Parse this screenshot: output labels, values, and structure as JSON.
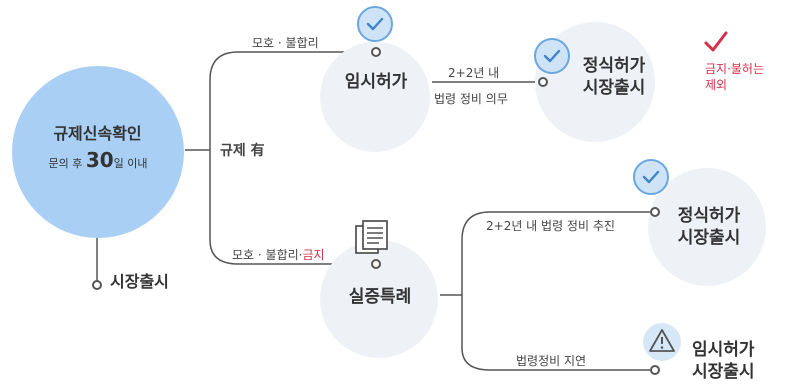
{
  "start": {
    "title": "규제신속확인",
    "sub_prefix": "문의 후",
    "sub_number": "30",
    "sub_suffix": "일 이내",
    "market_label": "시장출시"
  },
  "branch_label": "규제 有",
  "upper": {
    "condition": "모호 · 불합리",
    "node": "임시허가",
    "step_top": "2+2년 내",
    "step_bottom": "법령 정비 의무",
    "result_line1": "정식허가",
    "result_line2": "시장출시"
  },
  "note": {
    "line1": "금지·불허는",
    "line2": "제외"
  },
  "lower": {
    "condition_prefix": "모호 · 불합리·",
    "condition_red": "금지",
    "node": "실증특례",
    "path_a_label": "2+2년 내 법령 정비 추진",
    "path_a_line1": "정식허가",
    "path_a_line2": "시장출시",
    "path_b_label": "법령정비 지연",
    "path_b_line1": "임시허가",
    "path_b_line2": "시장출시"
  },
  "colors": {
    "accent_blue": "#a9cff4",
    "badge_blue": "#6aa7e0",
    "red": "#d62f4a",
    "line": "#555555"
  }
}
